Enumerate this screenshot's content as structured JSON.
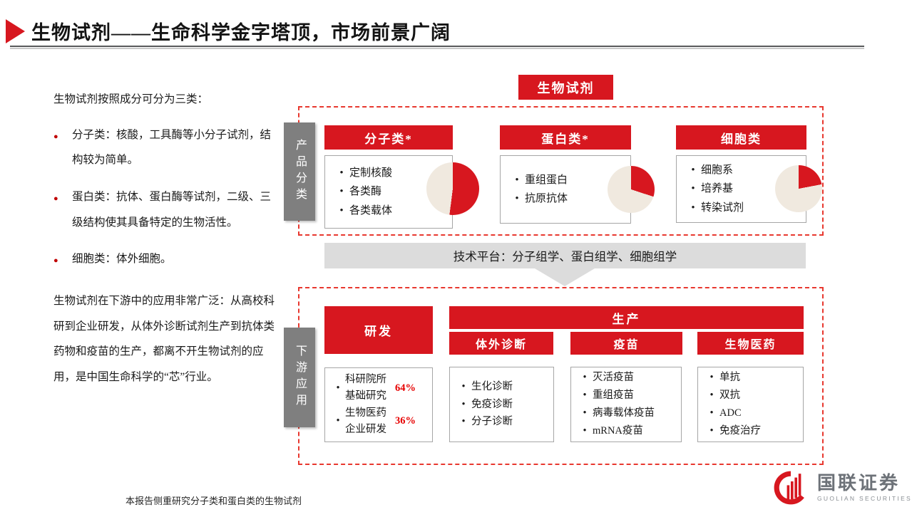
{
  "page": {
    "title": "生物试剂——生命科学金字塔顶，市场前景广阔",
    "footnote": "本报告侧重研究分子类和蛋白类的生物试剂"
  },
  "left_panel": {
    "intro": "生物试剂按照成分可分为三类：",
    "bullet_glyph": "●",
    "bullets": [
      "分子类：核酸，工具酶等小分子试剂，结构较为简单。",
      "蛋白类：抗体、蛋白酶等试剂，二级、三级结构使其具备特定的生物活性。",
      "细胞类：体外细胞。"
    ],
    "paragraph": "生物试剂在下游中的应用非常广泛：从高校科研到企业研发，从体外诊断试剂生产到抗体类药物和疫苗的生产，都离不开生物试剂的应用，是中国生命科学的“芯”行业。"
  },
  "diagram": {
    "root_label": "生物试剂",
    "bullet_glyph": "•",
    "product_section": {
      "side_label": "产品分类",
      "columns": [
        {
          "header": "分子类*",
          "items": [
            "定制核酸",
            "各类酶",
            "各类载体"
          ],
          "pie_red_pct": 52
        },
        {
          "header": "蛋白类*",
          "items": [
            "重组蛋白",
            "抗原抗体"
          ],
          "pie_red_pct": 30
        },
        {
          "header": "细胞类",
          "items": [
            "细胞系",
            "培养基",
            "转染试剂"
          ],
          "pie_red_pct": 22
        }
      ]
    },
    "platform_banner": "技术平台：分子组学、蛋白组学、细胞组学",
    "downstream_section": {
      "side_label": "下游应用",
      "rd": {
        "header": "研发",
        "items": [
          {
            "text": "科研院所基础研究",
            "pct": "64%"
          },
          {
            "text": "生物医药企业研发",
            "pct": "36%"
          }
        ]
      },
      "production": {
        "header": "生产",
        "columns": [
          {
            "header": "体外诊断",
            "items": [
              "生化诊断",
              "免疫诊断",
              "分子诊断"
            ]
          },
          {
            "header": "疫苗",
            "items": [
              "灭活疫苗",
              "重组疫苗",
              "病毒载体疫苗",
              "mRNA疫苗"
            ]
          },
          {
            "header": "生物医药",
            "items": [
              "单抗",
              "双抗",
              "ADC",
              "免疫治疗"
            ]
          }
        ]
      }
    }
  },
  "logo": {
    "name": "国联证券",
    "subtitle": "GUOLIAN SECURITIES"
  },
  "colors": {
    "brand_red": "#d7171f",
    "dashed_red": "#e8382f",
    "pie_cream": "#f0e9df",
    "label_gray": "#7f7f7f",
    "band_gray": "#dcdcdc",
    "pct_red": "#e60000",
    "bullet_red": "#c00000"
  }
}
